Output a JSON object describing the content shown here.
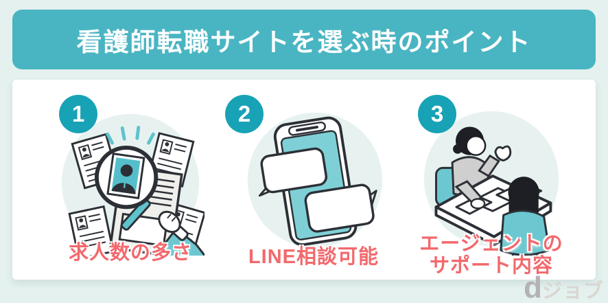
{
  "header": {
    "title": "看護師転職サイトを選ぶ時のポイント",
    "background": "#4ab5c2",
    "text_color": "#ffffff"
  },
  "points": [
    {
      "number": "1",
      "label": "求人数の多さ",
      "illustration": "documents-magnifier"
    },
    {
      "number": "2",
      "label": "LINE相談可能",
      "illustration": "smartphone-chat"
    },
    {
      "number": "3",
      "label_line1": "エージェントの",
      "label_line2": "サポート内容",
      "illustration": "agent-meeting"
    }
  ],
  "logo": {
    "d": "d",
    "text": "ジョブ"
  },
  "colors": {
    "page_background": "#e4f1ee",
    "card_background": "#ffffff",
    "badge_teal": "#18a2b6",
    "label_red": "#f2696d",
    "illustration_teal": "#7ed0d6",
    "illustration_teal_dark": "#6cc7d0",
    "blob_mint": "#e7f2f0",
    "outline_dark": "#2c3036",
    "logo_d_gray": "#b3b3b6",
    "logo_text_gray": "#d8d6d1"
  }
}
